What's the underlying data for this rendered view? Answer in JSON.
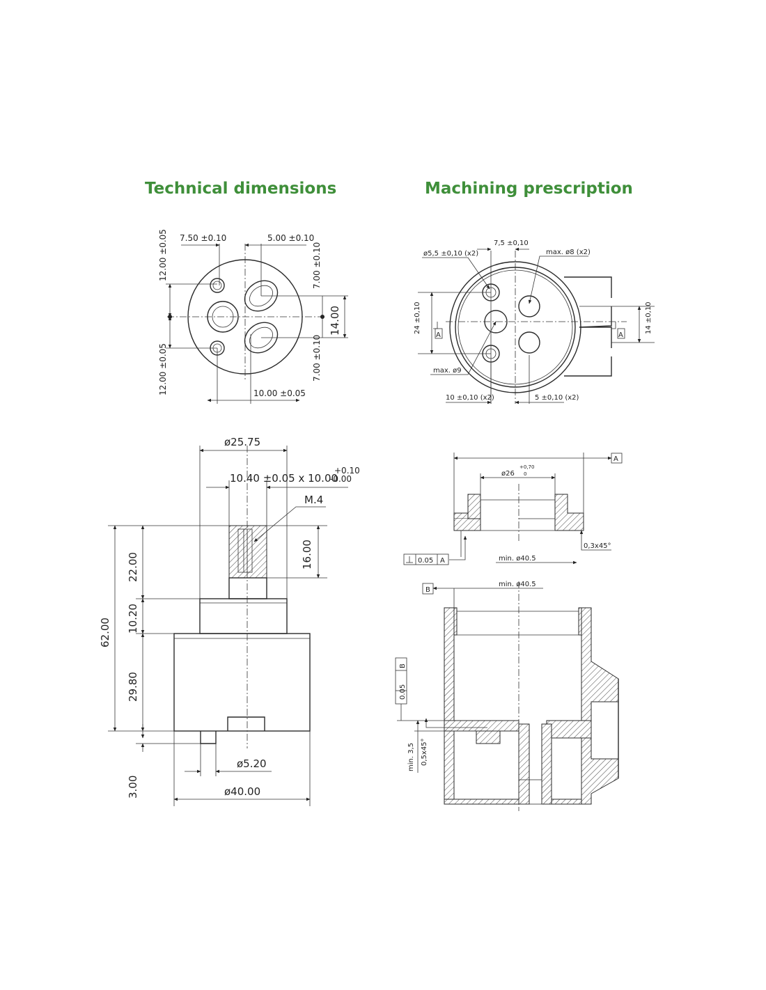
{
  "headings": {
    "left": "Technical dimensions",
    "right": "Machining prescription"
  },
  "colors": {
    "heading": "#3f8f3a",
    "line": "#2a2a2a"
  },
  "tech_top": {
    "d1": "7.50 ±0.10",
    "d2": "5.00 ±0.10",
    "d3": "12.00 ±0.05",
    "d4": "12.00 ±0.05",
    "d5": "7.00 ±0.10",
    "d6": "7.00 ±0.10",
    "d7": "14.00",
    "d8": "10.00 ±0.05"
  },
  "tech_side": {
    "dia_top": "ø25.75",
    "slot": "10.40 ±0.05 x 10.00",
    "slot_tol_up": "+0.10",
    "slot_tol_down": "-0.00",
    "thread": "M.4",
    "h16": "16.00",
    "h22": "22.00",
    "h1020": "10.20",
    "h62": "62.00",
    "h2980": "29.80",
    "h3": "3.00",
    "dia_pin": "ø5.20",
    "dia_body": "ø40.00"
  },
  "mach_top": {
    "d_top": "7,5 ±0,10",
    "hole": "ø5,5 ±0,10 (x2)",
    "max8": "max. ø8 (x2)",
    "max9": "max. ø9",
    "d24": "24 ±0,10",
    "d14": "14 ±0,10",
    "ref_a": "A",
    "ref_a2": "A",
    "d10": "10 ±0,10 (x2)",
    "d5": "5 ±0,10 (x2)"
  },
  "mach_mid": {
    "ref_a": "A",
    "dia26": "ø26",
    "dia26_tol_up": "+0,70",
    "dia26_tol_down": "0",
    "chamfer": "0,3x45°",
    "perp_val": "0.05",
    "perp_ref": "A",
    "min405": "min. ø40.5"
  },
  "mach_bot": {
    "ref_b": "B",
    "min405": "min. ø40.5",
    "perp_val": "0.05",
    "perp_ref": "B",
    "min35": "min. 3,5",
    "chamfer": "0,5x45°"
  }
}
